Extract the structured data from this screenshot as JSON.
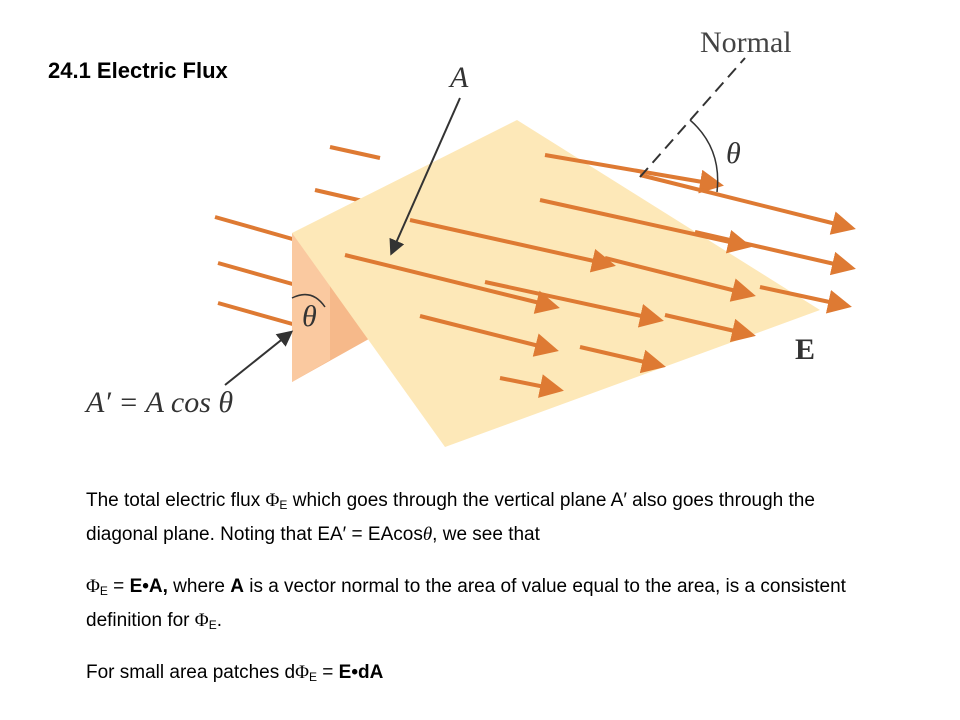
{
  "slide": {
    "title": "24.1 Electric Flux"
  },
  "figure": {
    "labels": {
      "normal": "Normal",
      "area": "A",
      "theta_top": "θ",
      "theta_left": "θ",
      "projected_area": "A′ = A cos θ",
      "field": "E"
    },
    "colors": {
      "field_arrow": "#de7a33",
      "plane_fill": "#fde8b8",
      "vertical_plane_fill": "#f9c79a",
      "vertical_plane_shadow": "#f3b384"
    }
  },
  "text": {
    "p1": {
      "part1": "The total electric flux ",
      "phi": "Φ",
      "sub": "E",
      "part2": " which goes through the vertical plane A′ also goes through the diagonal plane. Noting that EA′ = EAcos",
      "theta": "θ",
      "part3": ", we see that"
    },
    "p2": {
      "phi": "Φ",
      "sub": "E",
      "eq": " = ",
      "bold1": "E•A,",
      "mid1": " where ",
      "bold2": "A",
      "mid2": " is a vector normal to the area of value equal to the area, is a consistent definition for ",
      "phi2": "Φ",
      "sub2": "E",
      "end": "."
    },
    "p3": {
      "part1": "For small area patches d",
      "phi": "Φ",
      "sub": "E",
      "eq": " = ",
      "bold": "E•dA"
    }
  }
}
